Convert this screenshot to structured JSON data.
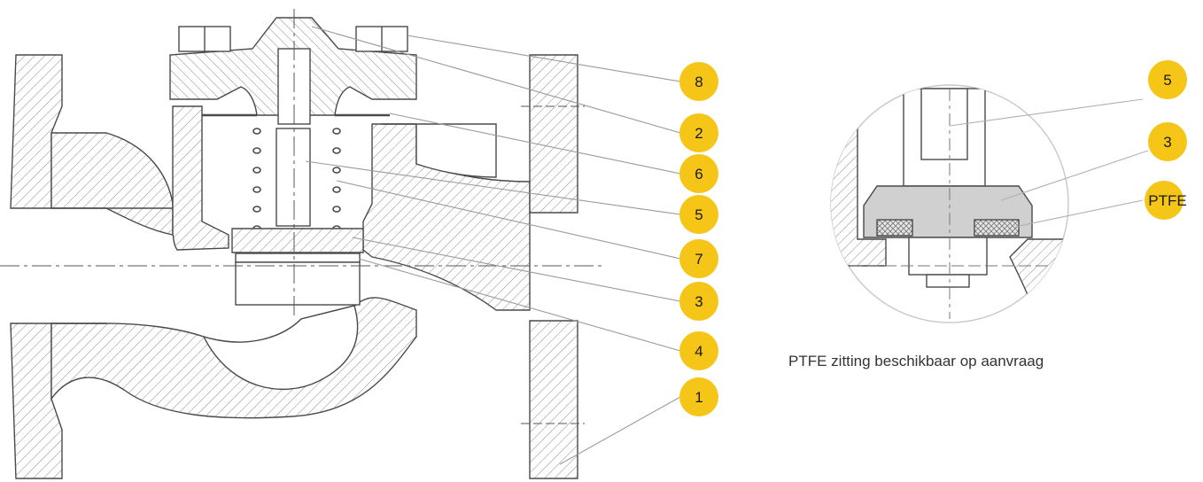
{
  "colors": {
    "badge": "#f5c518",
    "line": "#4a4a4a",
    "hatch": "#7a7a7a",
    "leader": "#9a9a9a",
    "seat": "#d0d0d0"
  },
  "main_view": {
    "callouts": [
      "8",
      "2",
      "6",
      "5",
      "7",
      "3",
      "4",
      "1"
    ]
  },
  "detail_view": {
    "callouts": [
      "5",
      "3",
      "PTFE"
    ]
  },
  "caption": "PTFE zitting beschikbaar op aanvraag"
}
